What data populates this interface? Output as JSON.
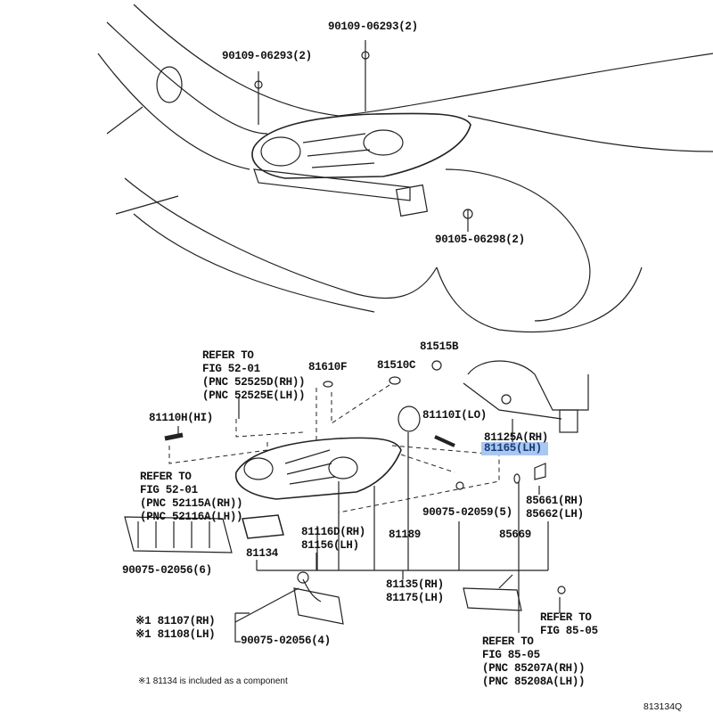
{
  "callouts": {
    "bolt_top_1": "90109-06293(2)",
    "bolt_top_2": "90109-06293(2)",
    "bolt_side": "90105-06298(2)",
    "refer_upper": [
      "REFER TO",
      "FIG 52-01",
      "(PNC 52525D(RH))",
      "(PNC 52525E(LH))"
    ],
    "p81610F": "81610F",
    "p81510C": "81510C",
    "p81515B": "81515B",
    "p81110H": "81110H(HI)",
    "p81110I": "81110I(LO)",
    "p81125A": "81125A(RH)",
    "p81165": "81165(LH)",
    "refer_left": [
      "REFER TO",
      "FIG 52-01",
      "(PNC 52115A(RH))",
      "(PNC 52116A(LH))"
    ],
    "p81116D": [
      "81116D(RH)",
      "81156(LH)"
    ],
    "p81189": "81189",
    "p90075_02059": "90075-02059(5)",
    "p85661": [
      "85661(RH)",
      "85662(LH)"
    ],
    "p85669": "85669",
    "p81134": "81134",
    "p90075_02056_6": "90075-02056(6)",
    "p81135": [
      "81135(RH)",
      "81175(LH)"
    ],
    "p81107": [
      "※1 81107(RH)",
      "※1 81108(LH)"
    ],
    "p90075_02056_4": "90075-02056(4)",
    "refer_right": [
      "REFER TO",
      "FIG 85-05"
    ],
    "refer_bottom": [
      "REFER TO",
      "FIG 85-05",
      "(PNC 85207A(RH))",
      "(PNC 85208A(LH))"
    ]
  },
  "footnote": "※1  81134 is included as a component",
  "diagram_code": "813134Q",
  "highlight_color": "#a9c8ef"
}
